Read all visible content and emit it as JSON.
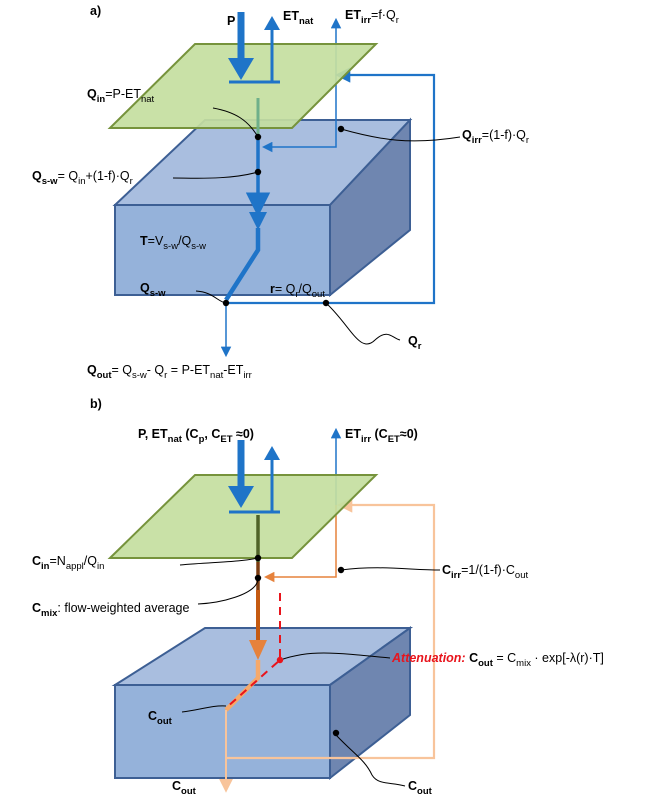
{
  "panel_a": {
    "tag": "a)",
    "labels": {
      "p": {
        "t": "P"
      },
      "et_nat": {
        "t": "ET",
        "sub": "nat"
      },
      "et_irr": {
        "t": "ET",
        "sub": "irr",
        "eq": "=f·Q",
        "eq_sub": "r"
      },
      "q_in": {
        "t": "Q",
        "sub": "in",
        "eq": "=P-ET",
        "eq_sub": "nat"
      },
      "q_irr": {
        "t": "Q",
        "sub": "irr",
        "eq": "=(1-f)·Q",
        "eq_sub": "r"
      },
      "q_sw": {
        "t": "Q",
        "sub": "s-w",
        "eq1": "= Q",
        "eq1_sub": "in",
        "eq2": "+(1-f)·Q",
        "eq2_sub": "r"
      },
      "t": {
        "t": "T",
        "eq": "=V",
        "eq_sub": "s-w",
        "eq2": "/Q",
        "eq2_sub": "s-w"
      },
      "q_sw_bottom": {
        "t": "Q",
        "sub": "s-w"
      },
      "r": {
        "t": "r",
        "eq": "= Q",
        "eq_sub": "r",
        "eq2": "/Q",
        "eq2_sub": "out"
      },
      "q_r": {
        "t": "Q",
        "sub": "r"
      },
      "q_out": {
        "t": "Q",
        "sub": "out",
        "eq1": "= Q",
        "eq1_sub": "s-w",
        "eq2": "- Q",
        "eq2_sub": "r",
        "eq3": " = P-ET",
        "eq3_sub": "nat",
        "eq4": "-ET",
        "eq4_sub": "irr"
      }
    }
  },
  "panel_b": {
    "tag": "b)",
    "labels": {
      "p_et": {
        "t1": "P, ET",
        "sub1": "nat",
        "t2": " (C",
        "sub2": "p",
        "t3": ", C",
        "sub3": "ET",
        "t4": " ≈0)"
      },
      "et_irr": {
        "t1": "ET",
        "sub1": "irr",
        "t2": " (C",
        "sub2": "ET",
        "t3": "≈0)"
      },
      "c_in": {
        "t": "C",
        "sub": "in",
        "eq": "=N",
        "eq_sub": "appl",
        "eq2": "/Q",
        "eq2_sub": "in"
      },
      "c_irr": {
        "t": "C",
        "sub": "irr",
        "eq": "=1/(1-f)·C",
        "eq_sub": "out"
      },
      "c_mix": {
        "t": "C",
        "sub": "mix",
        "desc": ": flow-weighted average"
      },
      "attenuation": {
        "title": "Attenuation:",
        "t": " C",
        "sub": "out",
        "eq": " = C",
        "eq_sub": "mix",
        "eq2": " · exp[-λ(r)·T]"
      },
      "c_out_left": {
        "t": "C",
        "sub": "out"
      },
      "c_out_right": {
        "t": "C",
        "sub": "out"
      },
      "c_out_bottom": {
        "t": "C",
        "sub": "out"
      }
    }
  },
  "colors": {
    "green_plane": "#c4dea0",
    "green_edge": "#76933c",
    "box_top": "#a9bedf",
    "box_front": "#95b2da",
    "box_side": "#6f86b0",
    "box_edge": "#3d5f94",
    "flow_blue": "#1f74c8",
    "flow_orange": "#e6823c",
    "flow_light_orange": "#f8c49b",
    "red": "#e8141c"
  }
}
